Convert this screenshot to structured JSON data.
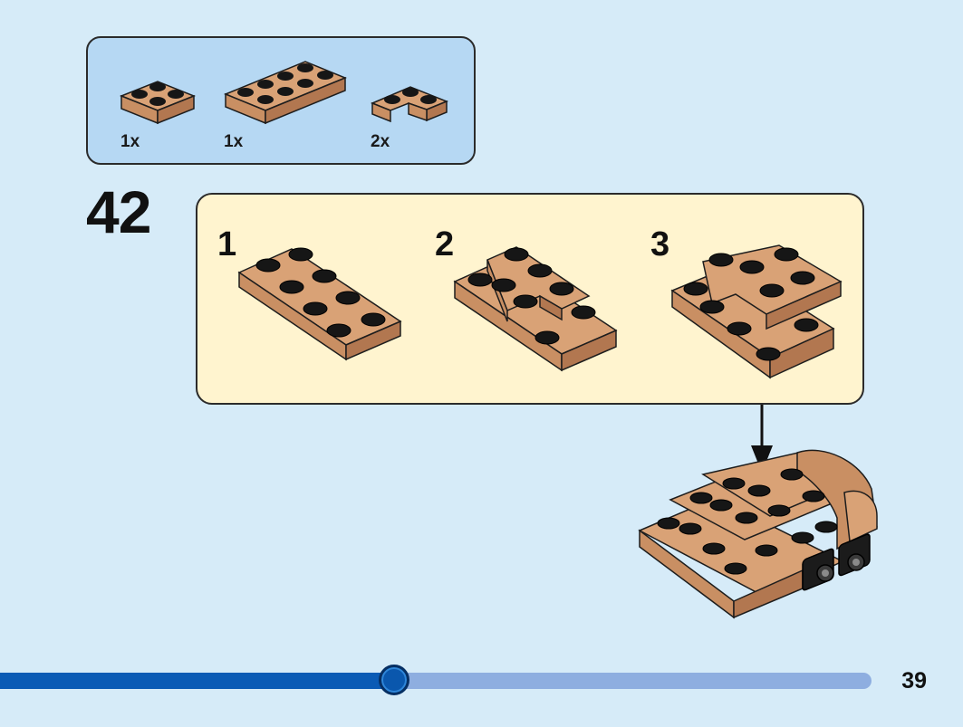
{
  "parts": [
    {
      "qty": "1x",
      "icon": "plate-2x2-brown-icon"
    },
    {
      "qty": "1x",
      "icon": "plate-2x4-brown-icon"
    },
    {
      "qty": "2x",
      "icon": "plate-2x2-corner-brown-icon"
    }
  ],
  "step": {
    "number": "42"
  },
  "substeps": [
    {
      "label": "1"
    },
    {
      "label": "2"
    },
    {
      "label": "3"
    }
  ],
  "progress": {
    "fraction": 0.452
  },
  "page": {
    "number": "39"
  },
  "colors": {
    "brick": "#c98f63",
    "brick_dark": "#a96f47",
    "stud_top": "#161616",
    "page_bg": "#d6ebf8",
    "parts_bg": "#b6d8f3",
    "substep_bg": "#fff4cf",
    "progress_fill": "#0b5bb5",
    "progress_track": "#8eaee0"
  }
}
